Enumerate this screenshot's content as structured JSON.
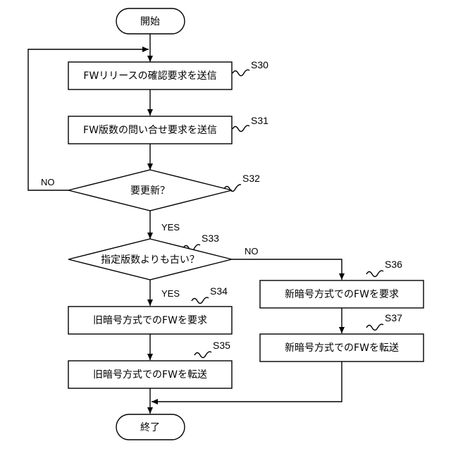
{
  "nodes": {
    "start": {
      "text": "開始"
    },
    "s30": {
      "text": "FWリリースの確認要求を送信",
      "step": "S30"
    },
    "s31": {
      "text": "FW版数の問い合せ要求を送信",
      "step": "S31"
    },
    "s32": {
      "text": "要更新？",
      "step": "S32"
    },
    "s33": {
      "text": "指定版数よりも古い？",
      "step": "S33"
    },
    "s34": {
      "text": "旧暗号方式でのFWを要求",
      "step": "S34"
    },
    "s35": {
      "text": "旧暗号方式でのFWを転送",
      "step": "S35"
    },
    "s36": {
      "text": "新暗号方式でのFWを要求",
      "step": "S36"
    },
    "s37": {
      "text": "新暗号方式でのFWを転送",
      "step": "S37"
    },
    "end": {
      "text": "終了"
    }
  },
  "edges": {
    "s32_no": "NO",
    "s32_yes": "YES",
    "s33_no": "NO",
    "s33_yes": "YES"
  }
}
